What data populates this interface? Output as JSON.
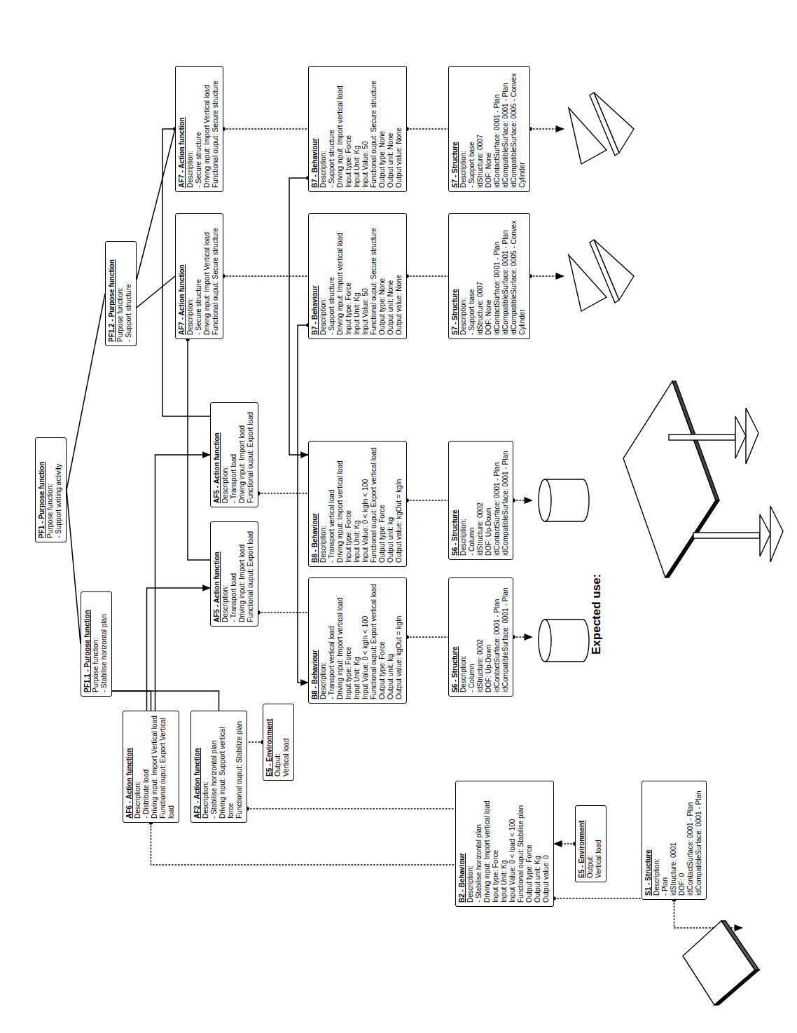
{
  "diagram": {
    "nodes": [
      {
        "text": [
          "PF1 - Purpose function",
          "Purpose function:",
          "- Support writing activity"
        ]
      },
      {
        "text": [
          "PF1.1 - Purpose function",
          "Purpose function:",
          "- Stabilise horizontal plan"
        ]
      },
      {
        "text": [
          "PF1.2 - Purpose function",
          "Purpose function:",
          "- Support structure"
        ]
      },
      {
        "text": [
          "AF6 - Action function",
          "Description:",
          "- Distribute load",
          "Driving input: Import Vertical load",
          "Functional ouput: Export Vertical load"
        ]
      },
      {
        "text": [
          "AF2 - Action function",
          "Description:",
          "- Stabilise horizontal plan",
          "Driving input: Support vertical force",
          "Functional ouput: Stabilize plan"
        ]
      },
      {
        "text": [
          "E5 - Environment",
          "Output:",
          "Vertical load"
        ]
      },
      {
        "text": [
          "AF5 - Action function",
          "Description:",
          "- Transport load",
          "Driving input: Import load",
          "Functional ouput: Export load"
        ]
      },
      {
        "text": [
          "AF5 - Action function",
          "Description:",
          "- Transport load",
          "Driving input: Import load",
          "Functional ouput: Export load"
        ]
      },
      {
        "text": [
          "AF7 - Action function",
          "Description:",
          "- Secure structure",
          "Driving input: Import Vertical load",
          "Functional ouput: Secure structure"
        ]
      },
      {
        "text": [
          "AF7 - Action function",
          "Description:",
          "- Secure structure",
          "Driving input: Import Vertical load",
          "Functional ouput: Secure structure"
        ]
      },
      {
        "text": [
          "B2 - Behaviour",
          "Description:",
          "- Stabilise horizontal plan",
          "Driving input: Import vertical load",
          "Input type: Force",
          "Input Unit: Kg",
          "Input Value: 0 < load < 100",
          "Functional ouput: Stabilise plan",
          "Output type: Force",
          "Output unit: Kg",
          "Output value: 0"
        ]
      },
      {
        "text": [
          "E5 - Environment",
          "Output:",
          "Vertical load"
        ]
      },
      {
        "text": [
          "B8 - Behaviour",
          "Description:",
          "- Transport vertical load",
          "Driving input: Import vertical load",
          "Input type: Force",
          "Input Unit: Kg",
          "Input Value: 0 < kgIn < 100",
          "Functional ouput: Export vertical load",
          "Output type: Force",
          "Output unit: kg",
          "Output value: kgOut = kgIn"
        ]
      },
      {
        "text": [
          "B8 - Behaviour",
          "Description:",
          "- Transport vertical load",
          "Driving input: Import vertical load",
          "Input type: Force",
          "Input Unit: Kg",
          "Input Value: 0 < kgIn < 100",
          "Functional ouput: Export vertical load",
          "Output type: Force",
          "Output unit: kg",
          "Output value: kgOut = kgIn"
        ]
      },
      {
        "text": [
          "B7 - Behaviour",
          "Description:",
          "- Support structure",
          "Driving input: Import vertical load",
          "Input type: Force",
          "Input Unit: Kg",
          "Input Value: 50",
          "Functional ouput: Secure structure",
          "Output type: None",
          "Output unit: None",
          "Output value: None"
        ]
      },
      {
        "text": [
          "B7 - Behaviour",
          "Description:",
          "- Support structure",
          "Driving input: Import vertical load",
          "Input type: Force",
          "Input Unit: Kg",
          "Input Value: 50",
          "Functional ouput: Secure structure",
          "Output type: None",
          "Output unit: None",
          "Output value: None"
        ]
      },
      {
        "text": [
          "S1 - Structure",
          "Description:",
          "- Plan",
          "idStructure: 0001",
          "DOF: 0",
          "idContactSurface: 0001 - Plan",
          "idCompatibleSurface: 0001 - Plan"
        ]
      },
      {
        "text": [
          "S6 - Structure",
          "Description:",
          "- Column",
          "idStructure: 0002",
          "DOF: Up-Down",
          "idContactSurface: 0001 - Plan",
          "idCompatibleSurface: 0001 - Plan"
        ]
      },
      {
        "text": [
          "S6 - Structure",
          "Description:",
          "- Column",
          "idStructure: 0002",
          "DOF: Up-Down",
          "idContactSurface: 0001 - Plan",
          "idCompatibleSurface: 0001 - Plan"
        ]
      },
      {
        "text": [
          "S7 - Structure",
          "Description:",
          "- Support base",
          "idStructure: 0007",
          "DOF: None",
          "idContactSurface: 0001 - Plan",
          "idCompatibleSurface: 0001 - Plan",
          "idCompatibleSurface: 0005 - Convex Cylinder"
        ]
      },
      {
        "text": [
          "S7 - Structure",
          "Description:",
          "- Support base",
          "idStructure: 0007",
          "DOF: None",
          "idContactSurface: 0001 - Plan",
          "idCompatibleSurface: 0001 - Plan",
          "idCompatibleSurface: 0005 - Convex Cylinder"
        ]
      }
    ],
    "edges": [
      {
        "from": 0,
        "to": 1,
        "arrow": "none"
      },
      {
        "from": 0,
        "to": 2,
        "arrow": "none"
      },
      {
        "from": 1,
        "to": 3,
        "arrow": "none"
      },
      {
        "from": 1,
        "to": 4,
        "arrow": "none"
      },
      {
        "from": 3,
        "to": 6,
        "arrow": "to"
      },
      {
        "from": 3,
        "to": 7,
        "arrow": "to"
      },
      {
        "from": 2,
        "to": 8,
        "arrow": "none"
      },
      {
        "from": 2,
        "to": 9,
        "arrow": "none"
      },
      {
        "from": 8,
        "to": 6,
        "arrow": "none"
      },
      {
        "from": 9,
        "to": 7,
        "arrow": "none"
      },
      {
        "from": 14,
        "to": 12,
        "arrow": "to"
      },
      {
        "from": 15,
        "to": 13,
        "arrow": "to"
      },
      {
        "from": 3,
        "to": 10,
        "arrow": "none"
      },
      {
        "from": 4,
        "to": 10,
        "arrow": "none"
      },
      {
        "from": 5,
        "to": 4,
        "arrow": "none"
      },
      {
        "from": 11,
        "to": 10,
        "arrow": "to"
      },
      {
        "from": 10,
        "to": 16,
        "arrow": "none"
      },
      {
        "from": 6,
        "to": 12,
        "arrow": "none"
      },
      {
        "from": 7,
        "to": 13,
        "arrow": "none"
      },
      {
        "from": 8,
        "to": 14,
        "arrow": "none"
      },
      {
        "from": 9,
        "to": 15,
        "arrow": "none"
      },
      {
        "from": 12,
        "to": 17,
        "arrow": "none"
      },
      {
        "from": 13,
        "to": 18,
        "arrow": "none"
      },
      {
        "from": 14,
        "to": 19,
        "arrow": "none"
      },
      {
        "from": 15,
        "to": 20,
        "arrow": "none"
      }
    ],
    "labels": [
      "Expected use:"
    ]
  }
}
